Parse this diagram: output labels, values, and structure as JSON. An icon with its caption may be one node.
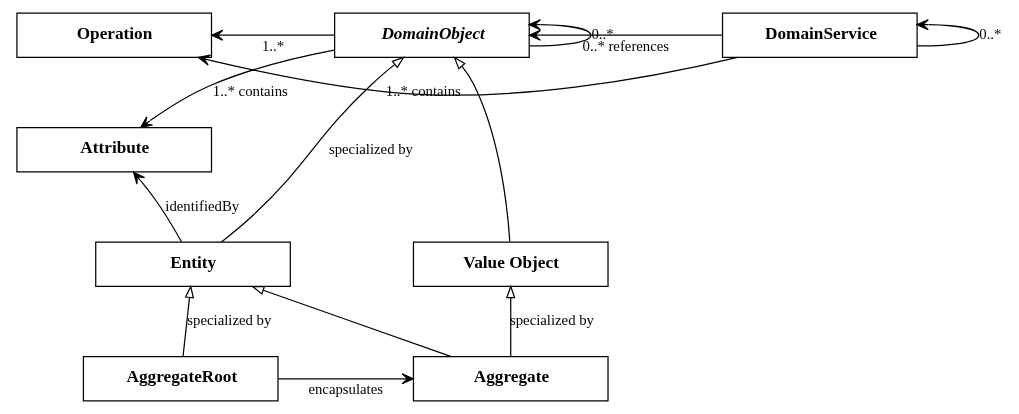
{
  "diagram": {
    "nodes": [
      {
        "text": [
          "Operation"
        ]
      },
      {
        "text": [
          "DomainObject"
        ]
      },
      {
        "text": [
          "DomainService"
        ]
      },
      {
        "text": [
          "Attribute"
        ]
      },
      {
        "text": [
          "Entity"
        ]
      },
      {
        "text": [
          "Value Object"
        ]
      },
      {
        "text": [
          "AggregateRoot"
        ]
      },
      {
        "text": [
          "Aggregate"
        ]
      }
    ],
    "edges": [
      {
        "from": 2,
        "to": 0,
        "arrow": "to",
        "label": "1..* contains"
      },
      {
        "from": 1,
        "to": 0,
        "arrow": "to",
        "label": "1..*"
      },
      {
        "from": 1,
        "to": 1,
        "arrow": "to",
        "label": "0..*"
      },
      {
        "from": 2,
        "to": 1,
        "arrow": "to",
        "label": "0..* references"
      },
      {
        "from": 2,
        "to": 2,
        "arrow": "to",
        "label": "0..*"
      },
      {
        "from": 1,
        "to": 3,
        "arrow": "to",
        "label": "1..* contains"
      },
      {
        "from": 4,
        "to": 1,
        "arrow": "to",
        "label": "specialized by"
      },
      {
        "from": 5,
        "to": 1,
        "arrow": "to"
      },
      {
        "from": 4,
        "to": 3,
        "arrow": "to",
        "label": "identifiedBy"
      },
      {
        "from": 6,
        "to": 4,
        "arrow": "to",
        "label": "specialized by"
      },
      {
        "from": 7,
        "to": 4,
        "arrow": "to"
      },
      {
        "from": 7,
        "to": 5,
        "arrow": "to",
        "label": "specialized by"
      },
      {
        "from": 6,
        "to": 7,
        "arrow": "to",
        "label": "encapsulates"
      }
    ]
  }
}
